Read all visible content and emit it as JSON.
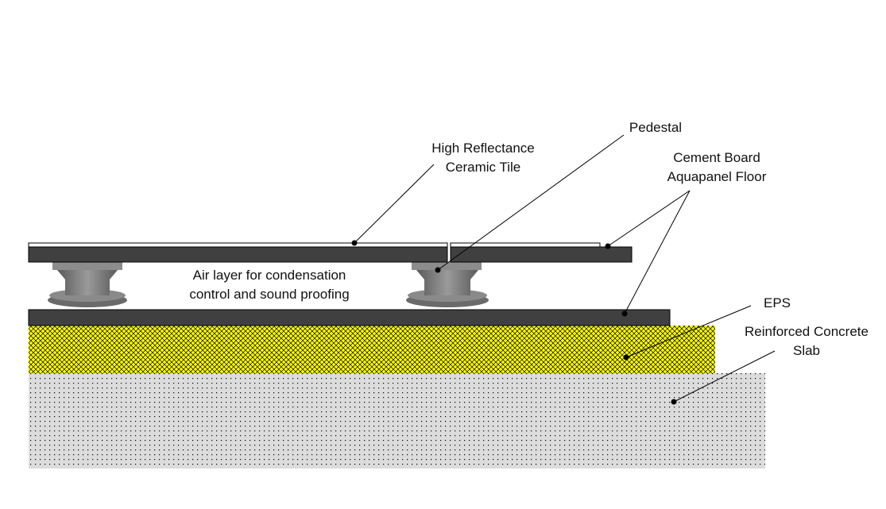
{
  "diagram": {
    "title": "Raised floor section",
    "colors": {
      "board": "#404040",
      "eps_fill": "#ffff00",
      "eps_hatch": "#000000",
      "slab_fill": "#dcdcdc",
      "slab_dots": "#000000",
      "pedestal": "#7a7a7a"
    },
    "labels": {
      "tile": [
        "High Reflectance",
        "Ceramic Tile"
      ],
      "pedestal": "Pedestal",
      "cement_board": [
        "Cement Board",
        "Aquapanel Floor"
      ],
      "air_layer": [
        "Air layer for condensation",
        "control and sound proofing"
      ],
      "eps": "EPS",
      "slab": [
        "Reinforced Concrete",
        "Slab"
      ]
    }
  }
}
